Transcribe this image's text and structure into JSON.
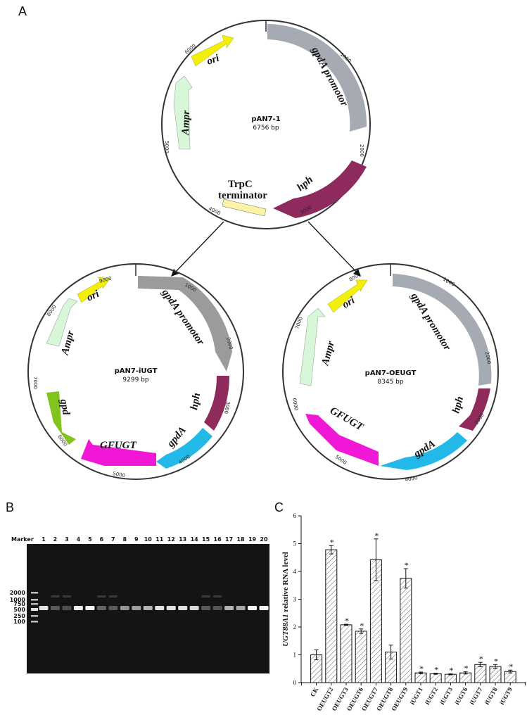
{
  "panels": {
    "a": "A",
    "b": "B",
    "c": "C"
  },
  "plasmids": [
    {
      "name": "pAN7-1",
      "size_label": "6756 bp",
      "ticks": [
        "1000",
        "2000",
        "3000",
        "4000",
        "5000",
        "6000"
      ],
      "features": [
        {
          "id": "gpda-promotor",
          "label": "gpdA promotor",
          "color": "#a6abb3"
        },
        {
          "id": "hph",
          "label": "hph",
          "color": "#8e2a5c"
        },
        {
          "id": "trpc-terminator",
          "label": "TrpC terminator",
          "color": "#fdf3a6"
        },
        {
          "id": "ampr",
          "label": "Ampr",
          "color": "#d8f7d8"
        },
        {
          "id": "ori",
          "label": "ori",
          "color": "#f3ee0a"
        }
      ]
    },
    {
      "name": "pAN7-iUGT",
      "size_label": "9299 bp",
      "ticks": [
        "1000",
        "2000",
        "3000",
        "4000",
        "5000",
        "6000",
        "7000",
        "8000",
        "9000"
      ],
      "features": [
        {
          "id": "gpda-promotor",
          "label": "gpdA promotor",
          "color": "#9b9b9b"
        },
        {
          "id": "hph",
          "label": "hph",
          "color": "#8e2a5c"
        },
        {
          "id": "gpda",
          "label": "gpdA",
          "color": "#22b8e8"
        },
        {
          "id": "gfugt",
          "label": "GFUGT",
          "color": "#f018d6"
        },
        {
          "id": "gpd",
          "label": "gpd",
          "color": "#82c41e"
        },
        {
          "id": "ampr",
          "label": "Ampr",
          "color": "#d8f7d8"
        },
        {
          "id": "ori",
          "label": "ori",
          "color": "#f3ee0a"
        }
      ]
    },
    {
      "name": "pAN7-OEUGT",
      "size_label": "8345 bp",
      "ticks": [
        "1000",
        "2000",
        "3000",
        "4000",
        "5000",
        "6000",
        "7000",
        "8000"
      ],
      "features": [
        {
          "id": "gpda-promotor",
          "label": "gpdA promotor",
          "color": "#a6abb3"
        },
        {
          "id": "hph",
          "label": "hph",
          "color": "#8e2a5c"
        },
        {
          "id": "gpda",
          "label": "gpdA",
          "color": "#22b8e8"
        },
        {
          "id": "gfugt",
          "label": "GFUGT",
          "color": "#f018d6"
        },
        {
          "id": "ampr",
          "label": "Ampr",
          "color": "#d8f7d8"
        },
        {
          "id": "ori",
          "label": "ori",
          "color": "#f3ee0a"
        }
      ]
    }
  ],
  "gel": {
    "header": "Marker",
    "lanes": [
      "1",
      "2",
      "3",
      "4",
      "5",
      "6",
      "7",
      "8",
      "9",
      "10",
      "11",
      "12",
      "13",
      "14",
      "15",
      "16",
      "17",
      "18",
      "19",
      "20"
    ],
    "ladder": [
      "2000",
      "1000",
      "750",
      "500",
      "250",
      "100"
    ],
    "band_intensity": [
      0.85,
      0.15,
      0.1,
      0.9,
      0.95,
      0.2,
      0.15,
      0.45,
      0.5,
      0.6,
      0.85,
      0.85,
      0.85,
      0.8,
      0.15,
      0.12,
      0.6,
      0.55,
      0.95,
      0.95
    ]
  },
  "chart_data": {
    "type": "bar",
    "title": "",
    "ylabel_gene": "UGT88A1",
    "ylabel_rest": " relative RNA level",
    "ylim": [
      0,
      6
    ],
    "yticks": [
      "0",
      "1",
      "2",
      "3",
      "4",
      "5",
      "6"
    ],
    "categories": [
      "CK",
      "OEUGT2",
      "OEUGT3",
      "OEUGT6",
      "OEUGT7",
      "OEUGT8",
      "OEUGT9",
      "iUGT1",
      "iUGT2",
      "iUGT3",
      "iUGT6",
      "iUGT7",
      "iUGT8",
      "iUGT9"
    ],
    "values": [
      1.0,
      4.78,
      2.08,
      1.85,
      4.42,
      1.1,
      3.75,
      0.35,
      0.32,
      0.3,
      0.35,
      0.65,
      0.58,
      0.4
    ],
    "errors": [
      0.18,
      0.15,
      0.02,
      0.08,
      0.75,
      0.25,
      0.35,
      0.03,
      0.02,
      0.02,
      0.04,
      0.08,
      0.07,
      0.05
    ],
    "significant": [
      false,
      true,
      true,
      true,
      true,
      false,
      true,
      true,
      true,
      true,
      true,
      true,
      true,
      true
    ],
    "star_symbol": "*",
    "trailing_label": "–"
  }
}
